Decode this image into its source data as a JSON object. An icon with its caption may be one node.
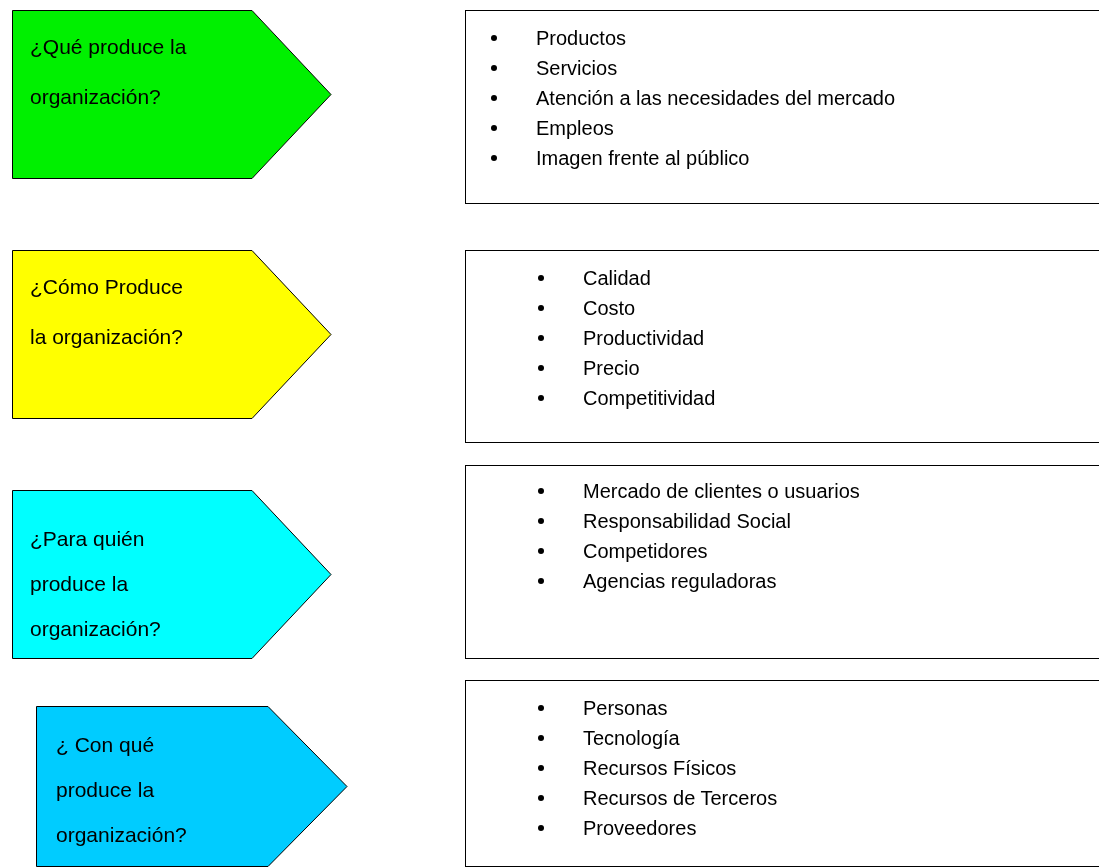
{
  "diagram": {
    "nodes": [
      {
        "text": [
          "¿Qué produce la organización?"
        ]
      },
      {
        "text": [
          "Productos",
          "Servicios",
          "Atención a las necesidades del mercado",
          "Empleos",
          "Imagen frente al público"
        ]
      },
      {
        "text": [
          "¿Cómo Produce la organización?"
        ]
      },
      {
        "text": [
          "Calidad",
          "Costo",
          "Productividad",
          "Precio",
          "Competitividad"
        ]
      },
      {
        "text": [
          "¿Para quién produce la organización?"
        ]
      },
      {
        "text": [
          "Mercado de clientes o usuarios",
          "Responsabilidad Social",
          "Competidores",
          "Agencias reguladoras"
        ]
      },
      {
        "text": [
          "¿ Con qué produce la organización?"
        ]
      },
      {
        "text": [
          "Personas",
          "Tecnología",
          "Recursos Físicos",
          "Recursos de Terceros",
          "Proveedores"
        ]
      }
    ],
    "edges": []
  }
}
